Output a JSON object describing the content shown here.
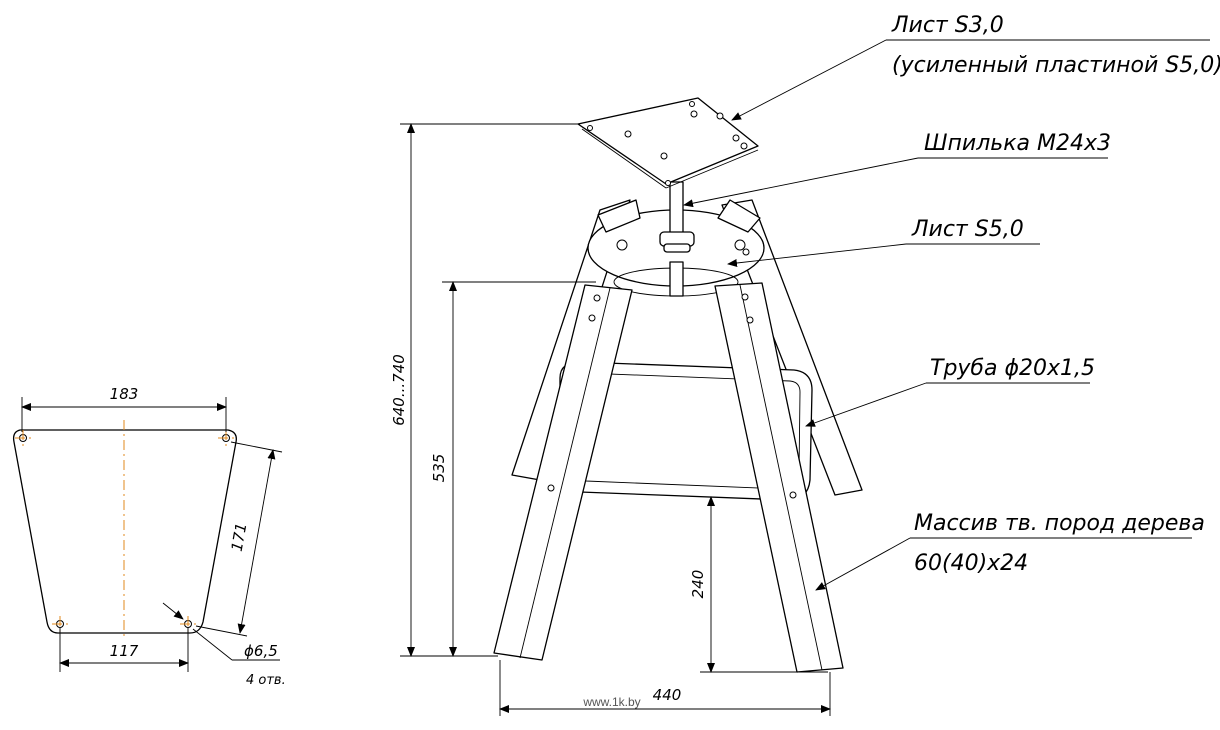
{
  "plate_view": {
    "dim_top": "183",
    "dim_bottom": "117",
    "dim_side": "171",
    "hole_dia": "ϕ6,5",
    "hole_count": "4 отв."
  },
  "stool_view": {
    "dim_total_height": "640...740",
    "dim_seat_height": "535",
    "dim_ring_height": "240",
    "dim_base_width": "440"
  },
  "callouts": {
    "top_sheet": "Лист S3,0",
    "top_sheet_note": "(усиленный пластиной S5,0)",
    "stud": "Шпилька М24х3",
    "mid_sheet": "Лист S5,0",
    "tube": "Труба ϕ20х1,5",
    "wood": "Массив тв. пород дерева",
    "wood_size": "60(40)х24"
  },
  "watermark": "www.1k.by"
}
